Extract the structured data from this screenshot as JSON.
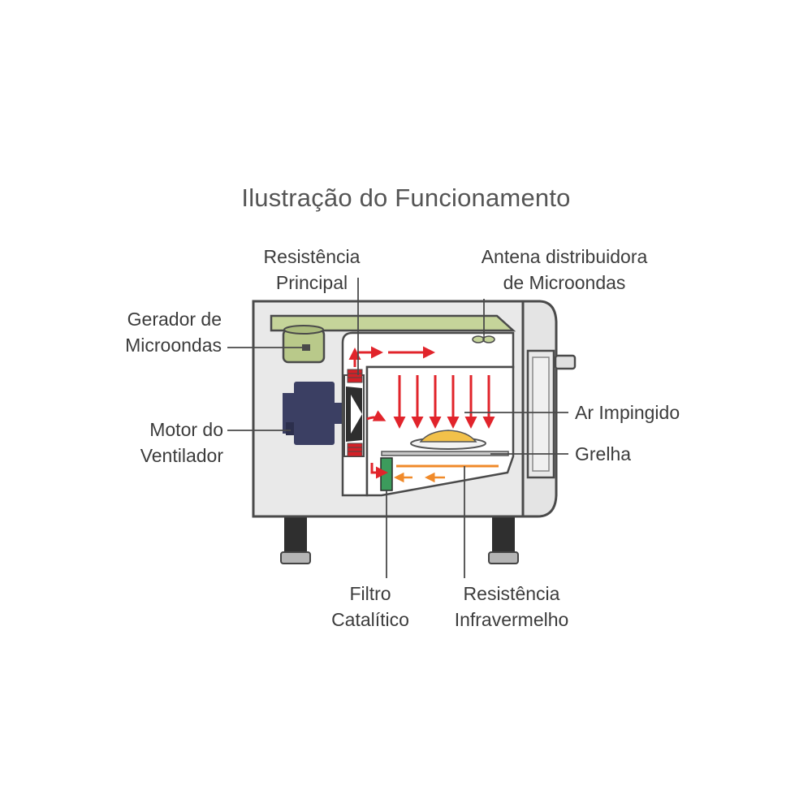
{
  "title": "Ilustração do Funcionamento",
  "labels": {
    "resistencia_principal": [
      "Resistência",
      "Principal"
    ],
    "antena": [
      "Antena distribuidora",
      "de Microondas"
    ],
    "gerador": [
      "Gerador de",
      "Microondas"
    ],
    "motor": [
      "Motor do",
      "Ventilador"
    ],
    "ar": [
      "Ar Impingido"
    ],
    "grelha": [
      "Grelha"
    ],
    "filtro": [
      "Filtro",
      "Catalítico"
    ],
    "resistencia_infra": [
      "Resistência",
      "Infravermelho"
    ]
  },
  "colors": {
    "body": "#e9e9e9",
    "outline": "#4a4a4a",
    "antenna_bar": "#c5d49a",
    "generator": "#b9c98a",
    "motor": "#3b3f63",
    "filter": "#3c9b5c",
    "arrow_red": "#e1242b",
    "arrow_orange": "#f08a2a",
    "food": "#f2c14a"
  }
}
